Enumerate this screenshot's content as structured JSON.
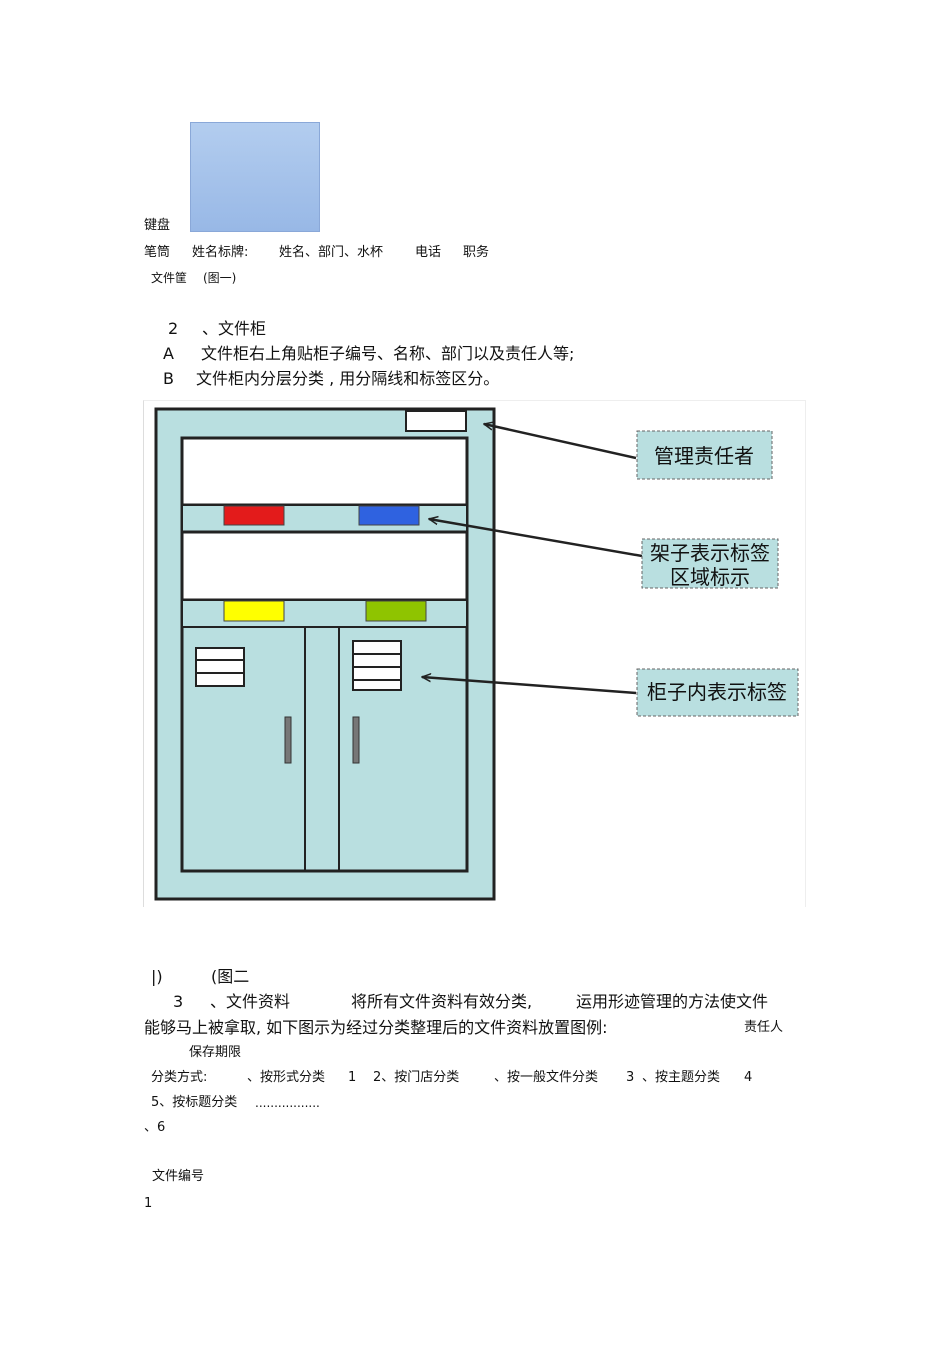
{
  "fig1": {
    "keyboard": "键盘",
    "pen_holder": "笔筒",
    "name_plate": "姓名标牌:",
    "name_plate_items": "姓名、部门、水杯",
    "phone": "电话",
    "job": "职务",
    "file_basket": "文件筐",
    "caption": "(图一)"
  },
  "section2": {
    "heading_num": "2",
    "heading": "、文件柜",
    "item_a_letter": "A",
    "item_a": "文件柜右上角贴柜子编号、名称、部门以及责任人等;",
    "item_b_letter": "B",
    "item_b": "文件柜内分层分类 , 用分隔线和标签区分。"
  },
  "fig2": {
    "callout_manager": "管理责任者",
    "callout_shelf_1": "架子表示标签",
    "callout_shelf_2": "区域标示",
    "callout_inside": "柜子内表示标签",
    "label_colors": [
      "#e31b1b",
      "#2f62e0",
      "#ffff00",
      "#8fc400"
    ],
    "cabinet_color": "#b9dfe0",
    "callout_bg": "#b9dfe0",
    "caption_left": "|)",
    "caption": "(图二"
  },
  "section3": {
    "num": "3",
    "heading": "、文件资料",
    "text1": "将所有文件资料有效分类,",
    "text2": "运用形迹管理的方法使文件",
    "line2": "能够马上被拿取,  如下图示为经过分类整理后的文件资料放置图例:",
    "responsible": "责任人",
    "retention": "保存期限",
    "class_label": "分类方式:",
    "class_1": "、按形式分类",
    "n1": "1",
    "class_2": "2、按门店分类",
    "class_3": "、按一般文件分类",
    "n3": "3",
    "class_4": "、按主题分类",
    "n4": "4",
    "class_5": "5、按标题分类",
    "dots": ".................",
    "n6": "、6",
    "file_no": "文件编号",
    "one": "1"
  }
}
